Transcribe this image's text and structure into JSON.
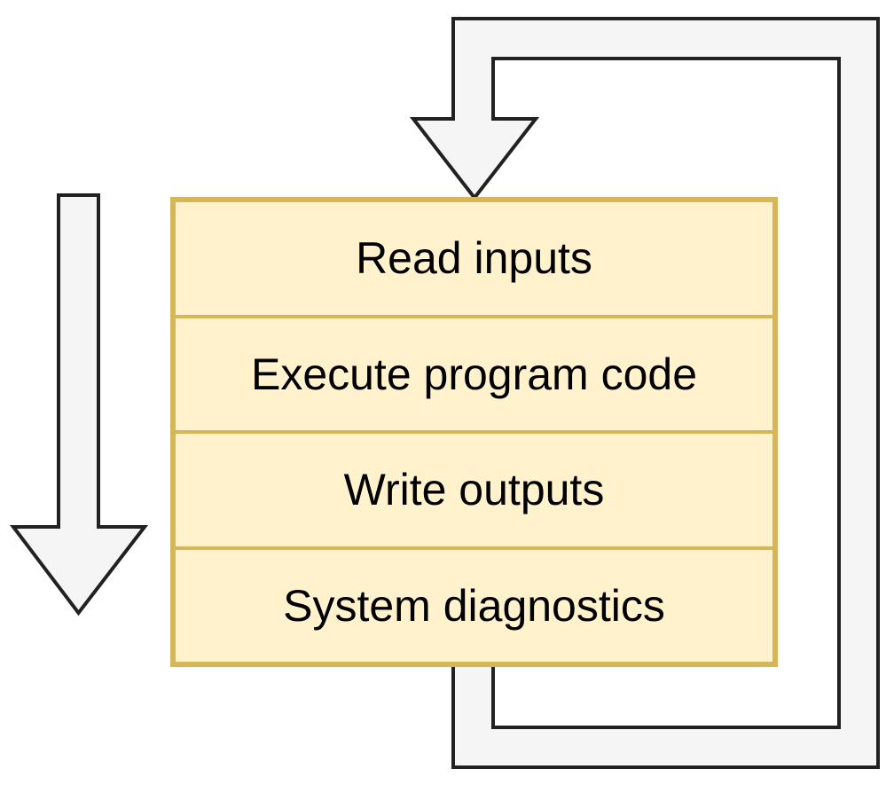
{
  "diagram": {
    "type": "flow-loop-cycle",
    "steps": [
      {
        "label": "Read inputs"
      },
      {
        "label": "Execute program code"
      },
      {
        "label": "Write outputs"
      },
      {
        "label": "System diagnostics"
      }
    ],
    "icons": {
      "loop_arrow": "clockwise-return-loop-block-arrow",
      "down_arrow": "downward-block-arrow"
    },
    "colors": {
      "step_box_fill": "#FFF2CC",
      "step_box_border": "#D6B656",
      "arrow_fill": "#F5F5F5",
      "arrow_outline": "#212121",
      "text": "#000000",
      "background": "#FFFFFF"
    }
  }
}
